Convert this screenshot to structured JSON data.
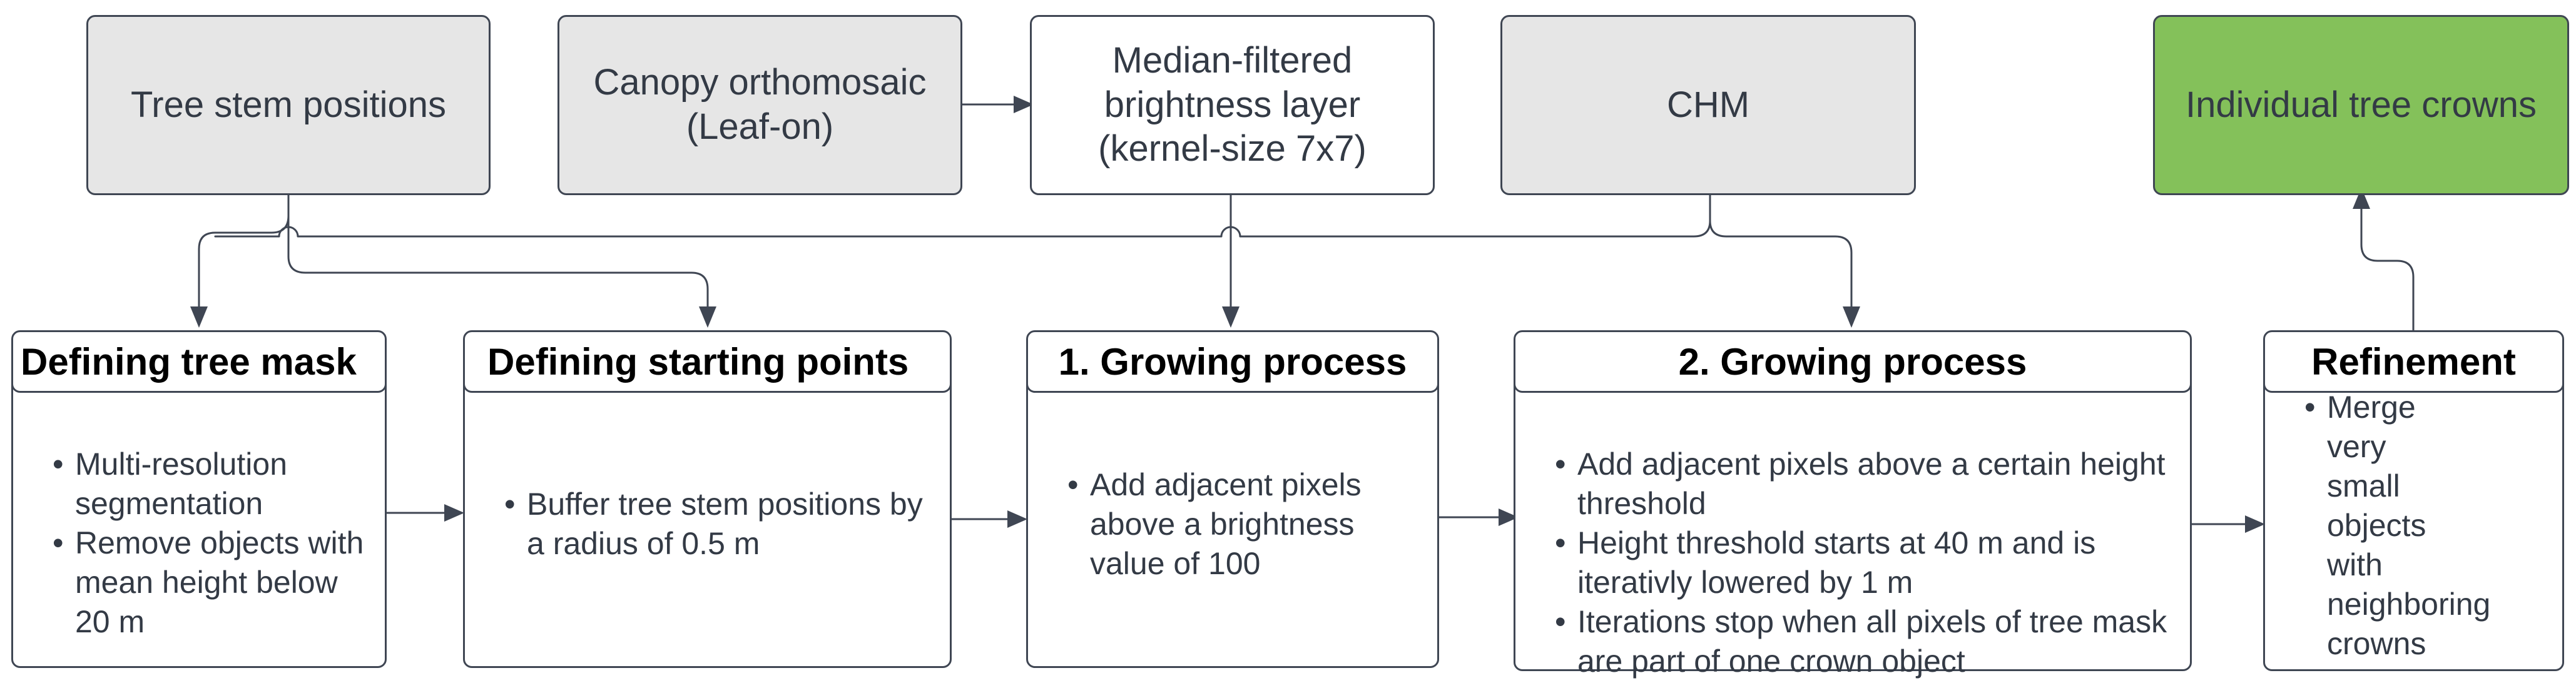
{
  "inputs": {
    "tree_stem_positions": "Tree stem positions",
    "canopy_orthomosaic": "Canopy orthomosaic\n(Leaf-on)",
    "median_filtered": "Median-filtered\nbrightness layer\n(kernel-size 7x7)",
    "chm": "CHM",
    "individual_tree_crowns": "Individual tree crowns"
  },
  "steps": [
    {
      "title": "Defining tree mask",
      "bullets": [
        "Multi-resolution segmentation",
        "Remove objects with mean height below 20 m"
      ]
    },
    {
      "title": "Defining starting points",
      "bullets": [
        "Buffer tree stem positions by a radius of 0.5 m"
      ]
    },
    {
      "title": "1. Growing process",
      "bullets": [
        "Add adjacent pixels above a brightness value of 100"
      ]
    },
    {
      "title": "2. Growing process",
      "bullets": [
        "Add adjacent pixels above a certain height threshold",
        "Height threshold starts at 40 m and is iterativly lowered by 1 m",
        "Iterations stop when all pixels of tree mask are part of one crown object"
      ]
    },
    {
      "title": "Refinement",
      "bullets": [
        "Merge very small objects with neighboring crowns"
      ]
    }
  ],
  "colors": {
    "input_fill": "#e6e6e6",
    "output_fill": "#84c15a",
    "stroke": "#3f4653"
  }
}
